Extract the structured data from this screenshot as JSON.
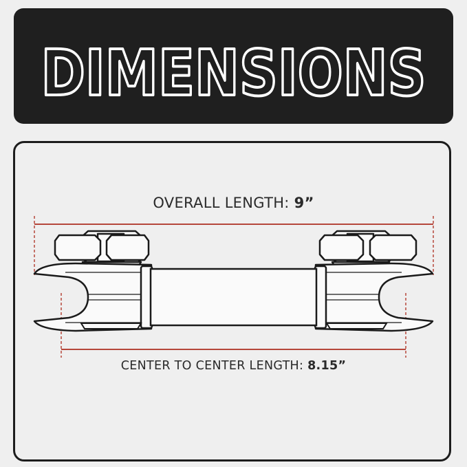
{
  "header": {
    "title": "DIMENSIONS"
  },
  "dimensions": {
    "overall": {
      "label": "OVERALL LENGTH: ",
      "value": "9”"
    },
    "center_to_center": {
      "label": "CENTER TO CENTER LENGTH: ",
      "value": "8.15”"
    }
  },
  "colors": {
    "banner_background": "#1f1f1f",
    "title_outline": "#ffffff",
    "dimension_line": "#b5463a",
    "drawing_line": "#1a1a1a",
    "background": "#efefef"
  }
}
